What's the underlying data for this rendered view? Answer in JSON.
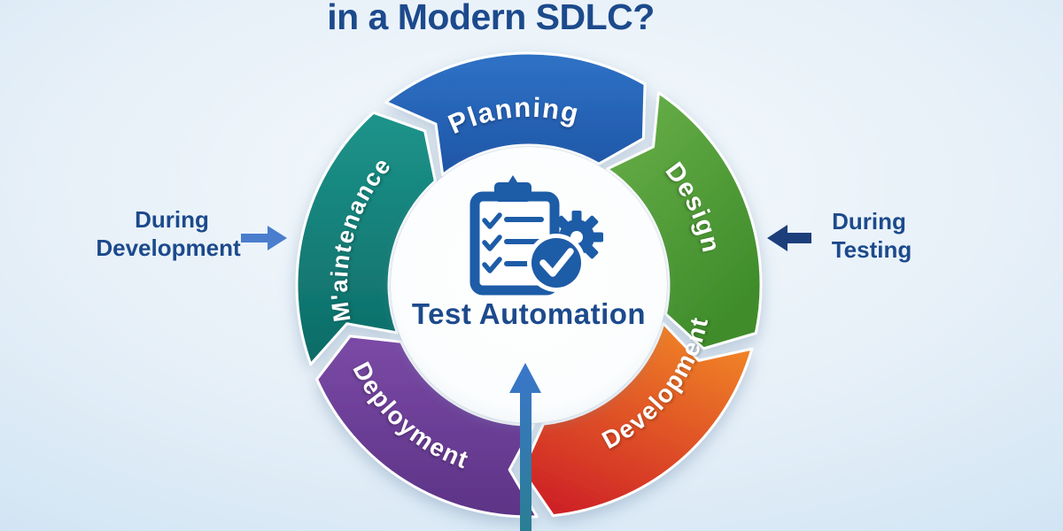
{
  "title": {
    "text": "in a Modern SDLC?"
  },
  "diagram": {
    "center": {
      "label": "Test Automation",
      "icon": "clipboard-checklist-gear-check"
    },
    "flow": "clockwise",
    "segments": [
      {
        "id": "planning",
        "label": "Planning",
        "color_top": "#2f72c6",
        "color_bottom": "#1e55a6"
      },
      {
        "id": "design",
        "label": "Design",
        "color_top": "#6ab14a",
        "color_bottom": "#3f8c2b"
      },
      {
        "id": "development",
        "label": "Development",
        "color_top": "#f08325",
        "color_bottom": "#ce2127"
      },
      {
        "id": "deployment",
        "label": "Deployment",
        "color_top": "#7b4aa6",
        "color_bottom": "#5c3386"
      },
      {
        "id": "maintenance",
        "label": "M'aintenance",
        "color_top": "#1d948b",
        "color_bottom": "#0d6b66"
      }
    ]
  },
  "annotations": {
    "left": {
      "line1": "During",
      "line2": "Development",
      "arrow_direction": "right"
    },
    "right": {
      "line1": "During",
      "line2": "Testing",
      "arrow_direction": "left"
    },
    "bottom_arrow_direction": "up"
  },
  "colors": {
    "heading_text": "#1c4a8c",
    "annotation_text": "#1c4a8c",
    "segment_label_text": "#ffffff",
    "icon_blue": "#1d5ca7",
    "left_arrow": "#4a7dcd",
    "right_arrow": "#1c3f7c",
    "bottom_arrow_top": "#3b76cb",
    "bottom_arrow_bottom": "#2a7e93",
    "background_center": "#f5fafd",
    "background_edge": "#cde2f3"
  }
}
